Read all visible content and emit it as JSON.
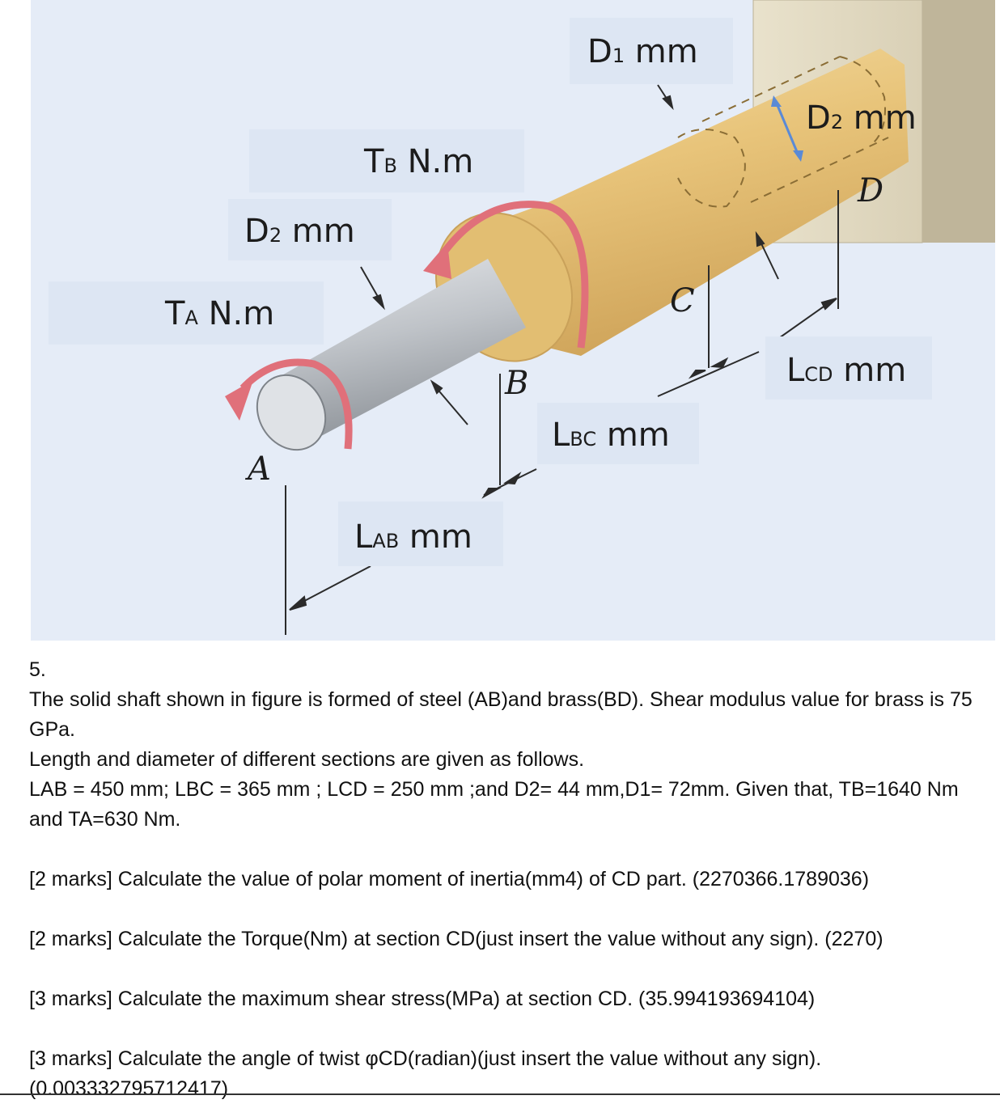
{
  "figure": {
    "labels": {
      "d1": {
        "main": "D",
        "sub": "1",
        "unit": " mm"
      },
      "d2_top": {
        "main": "D",
        "sub": "2",
        "unit": " mm"
      },
      "tb": {
        "main": "T",
        "sub": "B",
        "unit": " N.m"
      },
      "d2_left": {
        "main": "D",
        "sub": "2",
        "unit": " mm"
      },
      "ta": {
        "main": "T",
        "sub": "A",
        "unit": " N.m"
      },
      "lcd": {
        "main": "L",
        "sub": "CD",
        "unit": " mm"
      },
      "lbc": {
        "main": "L",
        "sub": "BC",
        "unit": " mm"
      },
      "lab": {
        "main": "L",
        "sub": "AB",
        "unit": " mm"
      }
    },
    "points": {
      "a": "A",
      "b": "B",
      "c": "C",
      "d": "D"
    },
    "colors": {
      "background": "#e5ecf7",
      "brass": "#e8c680",
      "steel": "#c8ccd2",
      "torque_arrow": "#e0707a",
      "wall": "#ece4cf"
    }
  },
  "question": {
    "number": "5.",
    "intro_1": "The solid shaft shown in figure is formed of steel (AB)and brass(BD). Shear modulus value for brass is  75 GPa.",
    "intro_2": "Length and diameter of  different sections are given as follows.",
    "intro_3": "LAB = 450 mm; LBC = 365 mm ; LCD = 250 mm ;and D2= 44 mm,D1= 72mm. Given that, TB=1640 Nm and TA=630 Nm.",
    "parts": [
      "[2 marks] Calculate the value of polar moment of inertia(mm4) of CD part. (2270366.1789036)",
      "[2 marks] Calculate the Torque(Nm) at section CD(just insert the value without any sign). (2270)",
      "[3 marks] Calculate the maximum shear stress(MPa) at section CD. (35.994193694104)",
      "[3 marks] Calculate the angle of twist φCD(radian)(just insert the value without any sign). (0.003332795712417)"
    ]
  }
}
